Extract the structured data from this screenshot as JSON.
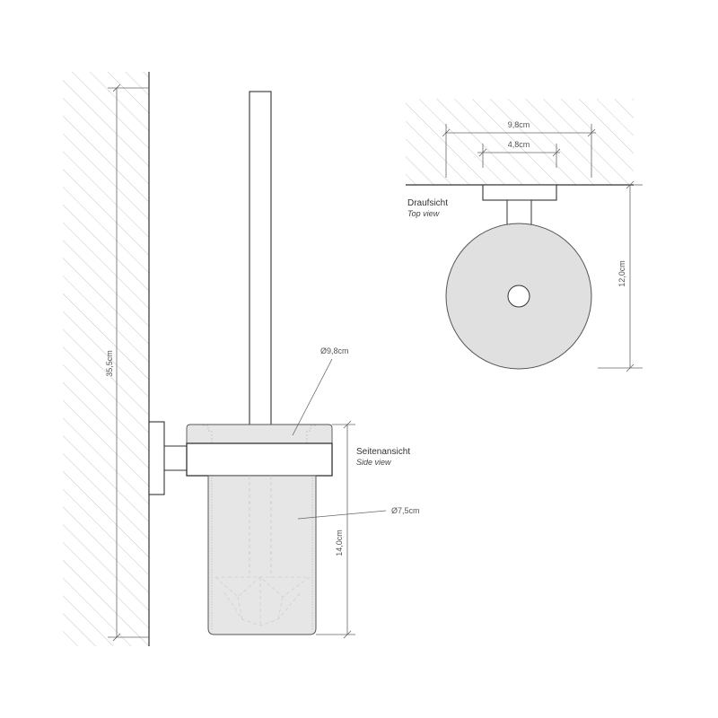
{
  "drawing": {
    "side_view": {
      "title": "Seitenansicht",
      "subtitle": "Side view",
      "dimensions": {
        "total_height": "35,5cm",
        "holder_diameter": "Ø9,8cm",
        "glass_diameter": "Ø7,5cm",
        "glass_height": "14,0cm"
      }
    },
    "top_view": {
      "title": "Draufsicht",
      "subtitle": "Top view",
      "dimensions": {
        "outer_width": "9,8cm",
        "mount_width": "4,8cm",
        "depth": "12,0cm"
      }
    }
  },
  "colors": {
    "line": "#333333",
    "dim_line": "#666666",
    "hatch": "#c8c8c8",
    "fill_glass": "#e6e6e6",
    "dashed": "#bdbdbd"
  }
}
